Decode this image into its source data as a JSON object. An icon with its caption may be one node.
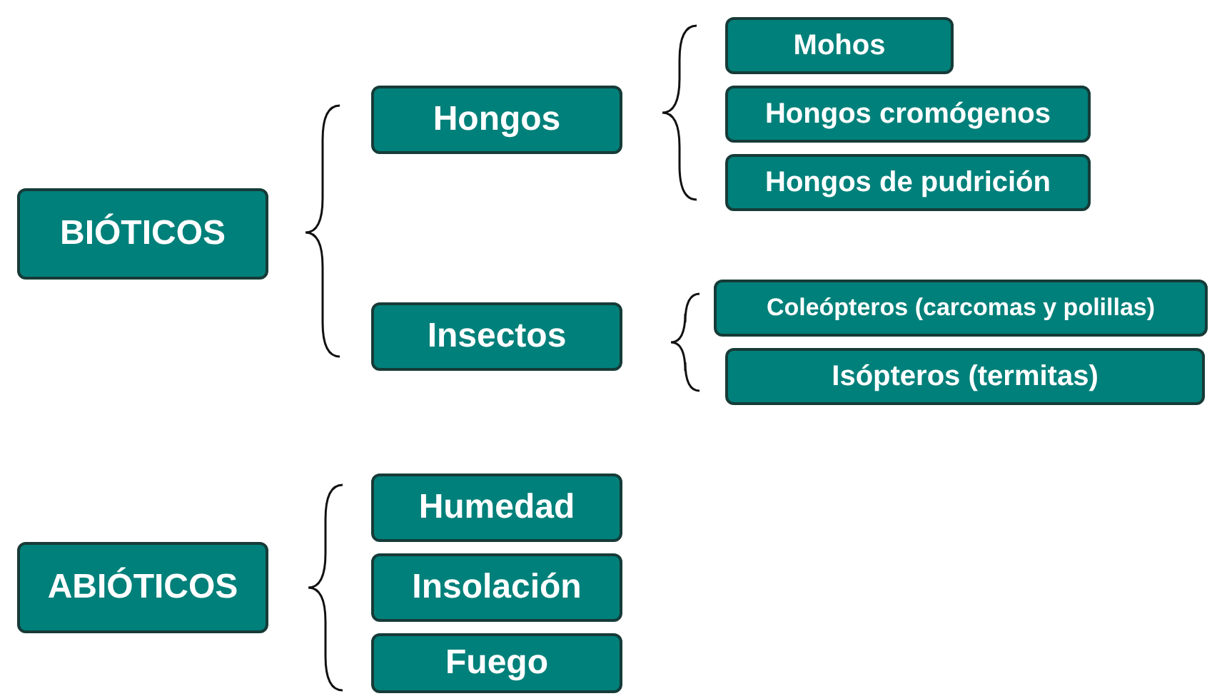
{
  "diagram": {
    "nodes": [
      {
        "text": [
          "BIÓTICOS"
        ]
      },
      {
        "text": [
          "Hongos"
        ]
      },
      {
        "text": [
          "Mohos"
        ]
      },
      {
        "text": [
          "Hongos cromógenos"
        ]
      },
      {
        "text": [
          "Hongos de pudrición"
        ]
      },
      {
        "text": [
          "Insectos"
        ]
      },
      {
        "text": [
          "Coleópteros (carcomas y polillas)"
        ]
      },
      {
        "text": [
          "Isópteros (termitas)"
        ]
      },
      {
        "text": [
          "ABIÓTICOS"
        ]
      },
      {
        "text": [
          "Humedad"
        ]
      },
      {
        "text": [
          "Insolación"
        ]
      },
      {
        "text": [
          "Fuego"
        ]
      }
    ]
  }
}
